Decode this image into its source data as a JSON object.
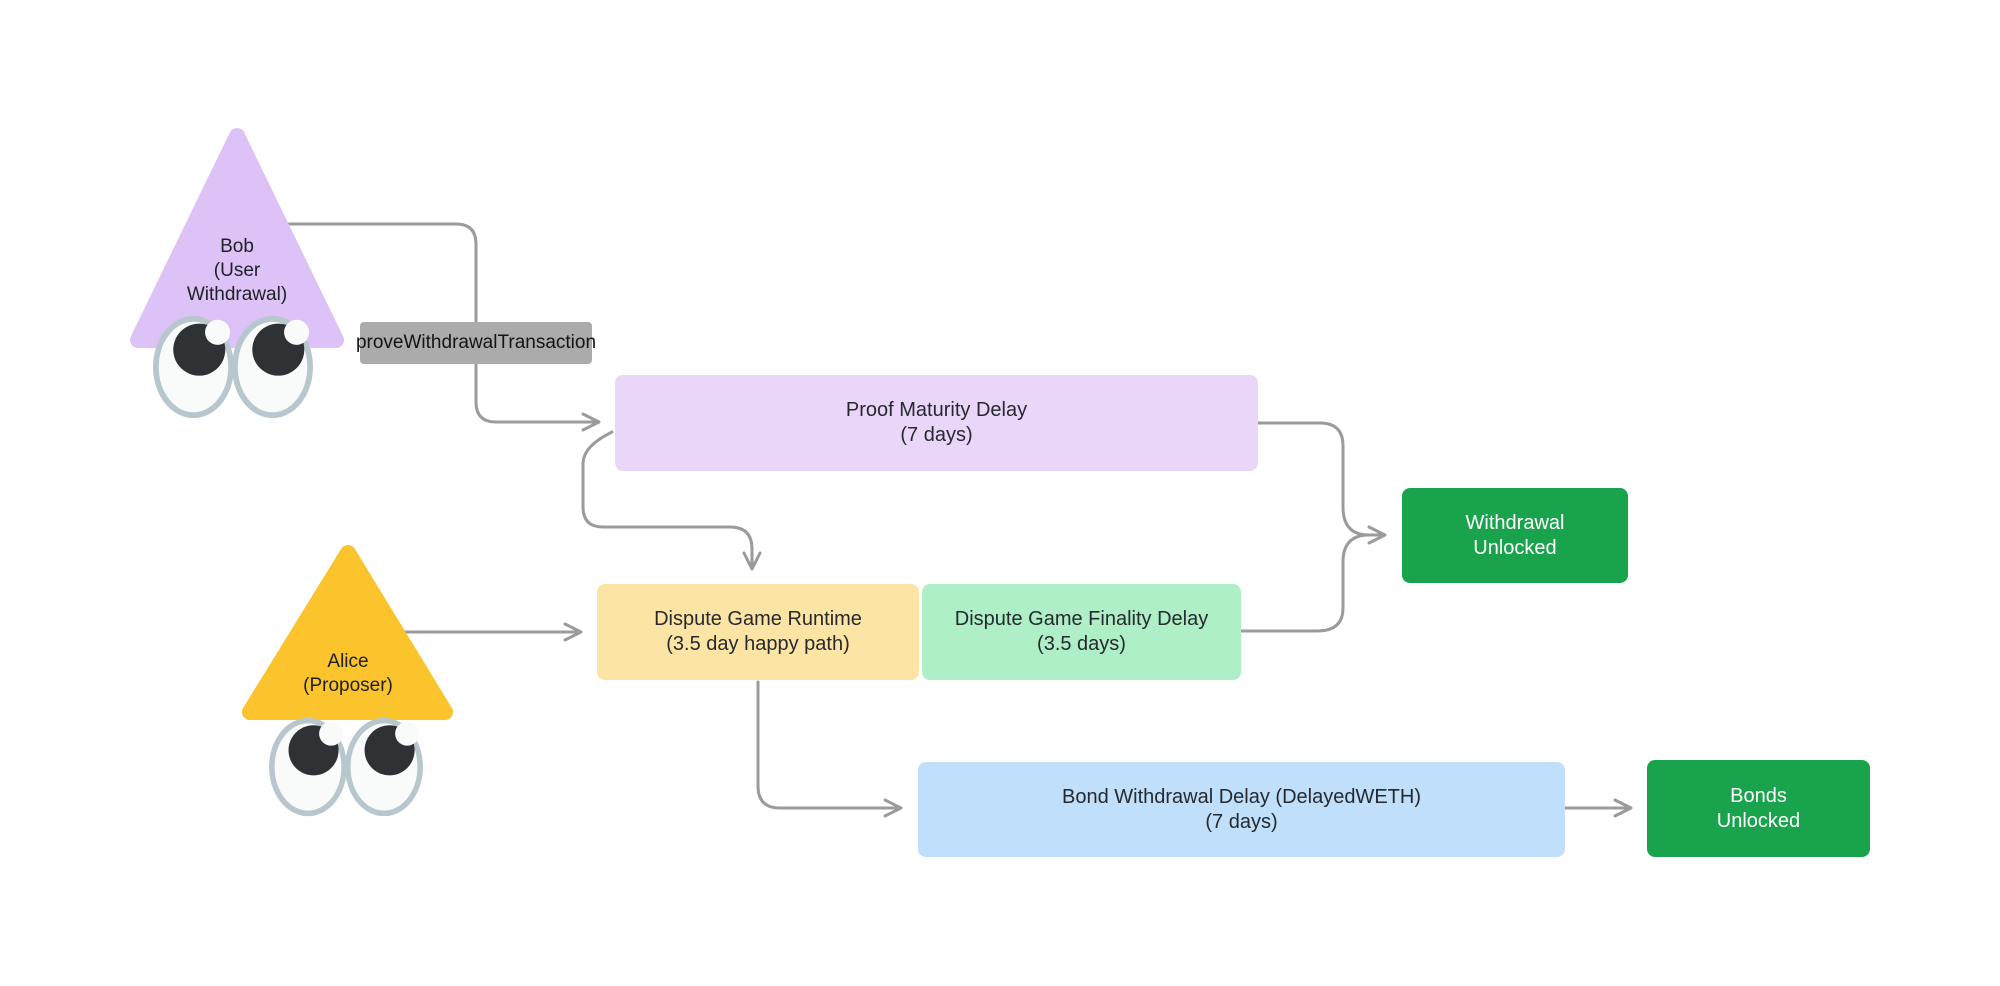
{
  "diagram": {
    "background_color": "#ffffff",
    "edge_color": "#9b9b9b",
    "actors": {
      "bob": {
        "label": "Bob\n(User\nWithdrawal)",
        "shape": "triangle",
        "color": "#ddc2f7",
        "icon": "eyes-emoji"
      },
      "alice": {
        "label": "Alice\n(Proposer)",
        "shape": "triangle",
        "color": "#fbc42c",
        "icon": "eyes-emoji"
      }
    },
    "eyes_icon": {
      "white_color": "#f9fbfa",
      "outline_color": "#b7c7cd",
      "pupil_color": "#2e3235"
    },
    "edge_label": {
      "text": "proveWithdrawalTransaction",
      "bg_color": "#ababab"
    },
    "nodes": {
      "proof_maturity_delay": {
        "label": "Proof Maturity Delay\n(7 days)",
        "color": "#e9d6f9",
        "text_color": "#26292e"
      },
      "dispute_game_runtime": {
        "label": "Dispute Game Runtime\n(3.5 day happy path)",
        "color": "#fce5a4",
        "text_color": "#26292e"
      },
      "dispute_game_finality_delay": {
        "label": "Dispute Game Finality Delay\n(3.5 days)",
        "color": "#aeefc7",
        "text_color": "#26292e"
      },
      "withdrawal_unlocked": {
        "label": "Withdrawal\nUnlocked",
        "color": "#1aa34d",
        "text_color": "#ffffff"
      },
      "bond_withdrawal_delay": {
        "label": "Bond Withdrawal Delay (DelayedWETH)\n(7 days)",
        "color": "#bfdffa",
        "text_color": "#26292e"
      },
      "bonds_unlocked": {
        "label": "Bonds\nUnlocked",
        "color": "#1aa34d",
        "text_color": "#ffffff"
      }
    },
    "edges": [
      {
        "from": "bob",
        "to": "proof_maturity_delay",
        "label": "proveWithdrawalTransaction"
      },
      {
        "from": "proof_maturity_delay",
        "to": "dispute_game_runtime",
        "label": ""
      },
      {
        "from": "proof_maturity_delay",
        "to": "withdrawal_unlocked",
        "label": ""
      },
      {
        "from": "dispute_game_finality_delay",
        "to": "withdrawal_unlocked",
        "label": ""
      },
      {
        "from": "alice",
        "to": "dispute_game_runtime",
        "label": ""
      },
      {
        "from": "dispute_game_runtime",
        "to": "bond_withdrawal_delay",
        "label": ""
      },
      {
        "from": "bond_withdrawal_delay",
        "to": "bonds_unlocked",
        "label": ""
      }
    ]
  }
}
